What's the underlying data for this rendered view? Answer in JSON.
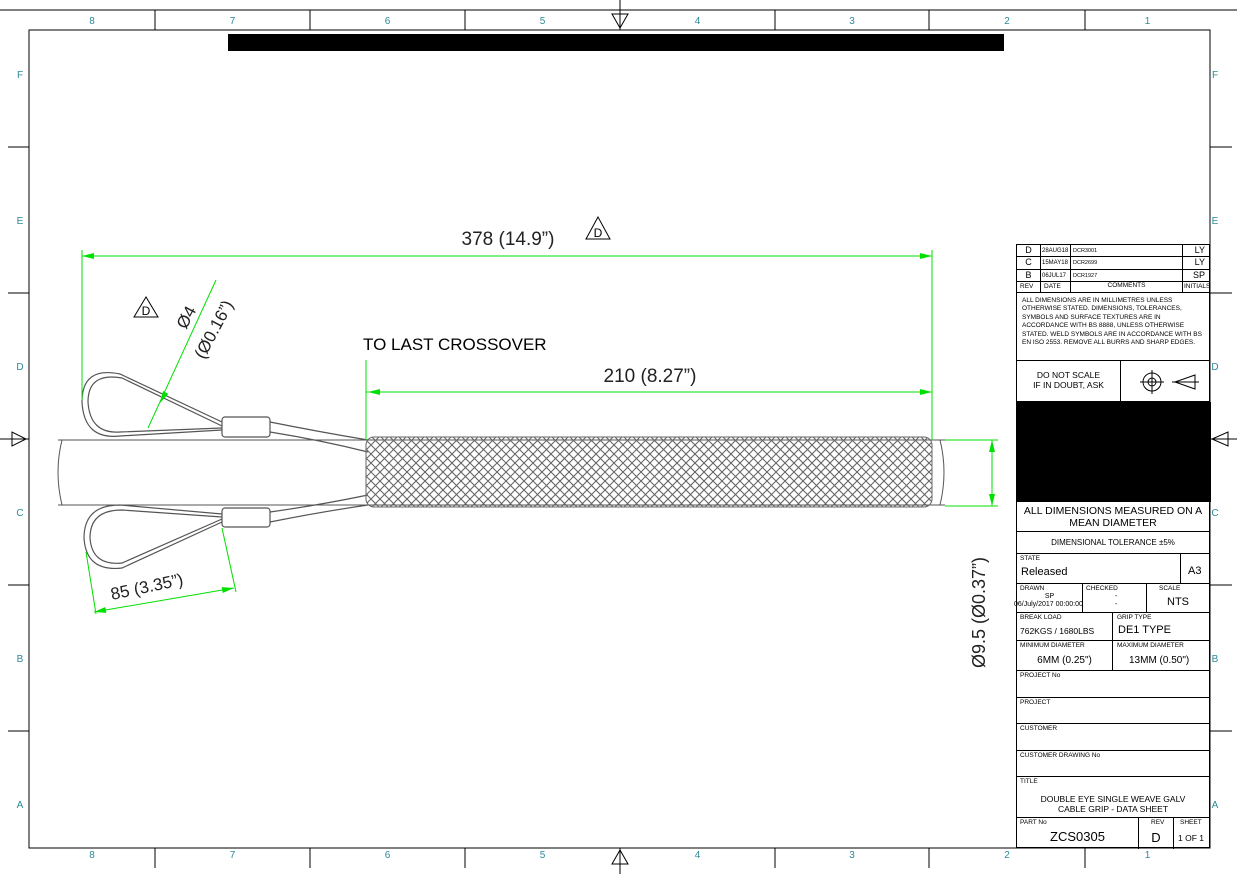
{
  "frame": {
    "zone_numbers": [
      "8",
      "7",
      "6",
      "5",
      "4",
      "3",
      "2",
      "1"
    ],
    "zone_letters": [
      "F",
      "E",
      "D",
      "C",
      "B",
      "A"
    ]
  },
  "drawing": {
    "dim_overall": "378 (14.9”)",
    "dim_crossover": "210 (8.27”)",
    "crossover_label": "TO LAST CROSSOVER",
    "dim_wire": "Ø4",
    "dim_wire_in": "(Ø0.16”)",
    "dim_eye": "85 (3.35”)",
    "dim_diameter": "Ø9.5 (Ø0.37”)",
    "rev_marker": "D",
    "line_color": "#00e000"
  },
  "title_block": {
    "revisions": [
      {
        "rev": "D",
        "date": "28AUG18",
        "comment": "DCR3001",
        "initials": "LY"
      },
      {
        "rev": "C",
        "date": "15MAY18",
        "comment": "DCR2699",
        "initials": "LY"
      },
      {
        "rev": "B",
        "date": "06JUL17",
        "comment": "DCR1927",
        "initials": "SP"
      }
    ],
    "rev_headers": {
      "rev": "REV",
      "date": "DATE",
      "comments": "COMMENTS",
      "initials": "INITIALS"
    },
    "notes": "ALL DIMENSIONS ARE IN MILLIMETRES UNLESS OTHERWISE STATED. DIMENSIONS, TOLERANCES, SYMBOLS AND SURFACE TEXTURES ARE IN ACCORDANCE WITH BS 8888, UNLESS OTHERWISE STATED. WELD SYMBOLS ARE IN ACCORDANCE WITH BS EN ISO 2553. REMOVE ALL BURRS AND SHARP EDGES.",
    "do_not_scale": "DO NOT SCALE",
    "if_in_doubt": "IF IN DOUBT, ASK",
    "mean_diameter": "ALL DIMENSIONS MEASURED ON A MEAN DIAMETER",
    "tolerance": "DIMENSIONAL TOLERANCE ±5%",
    "state_label": "STATE",
    "state": "Released",
    "size": "A3",
    "drawn_label": "DRAWN",
    "drawn_by": "SP",
    "drawn_date": "06/July/2017 00:00:00",
    "checked_label": "CHECKED",
    "checked_1": "-",
    "checked_2": "-",
    "scale_label": "SCALE",
    "scale": "NTS",
    "break_load_label": "BREAK LOAD",
    "break_load": "762KGS / 1680LBS",
    "grip_type_label": "GRIP TYPE",
    "grip_type": "DE1 TYPE",
    "min_dia_label": "MINIMUM DIAMETER",
    "min_dia": "6MM (0.25\")",
    "max_dia_label": "MAXIMUM DIAMETER",
    "max_dia": "13MM (0.50\")",
    "project_no_label": "PROJECT No",
    "project_label": "PROJECT",
    "customer_label": "CUSTOMER",
    "customer_drawing_label": "CUSTOMER DRAWING No",
    "title_label": "TITLE",
    "title_1": "DOUBLE EYE SINGLE WEAVE GALV",
    "title_2": "CABLE GRIP - DATA SHEET",
    "part_no_label": "PART No",
    "part_no": "ZCS0305",
    "rev_label": "REV",
    "rev": "D",
    "sheet_label": "SHEET",
    "sheet": "1 OF 1"
  }
}
